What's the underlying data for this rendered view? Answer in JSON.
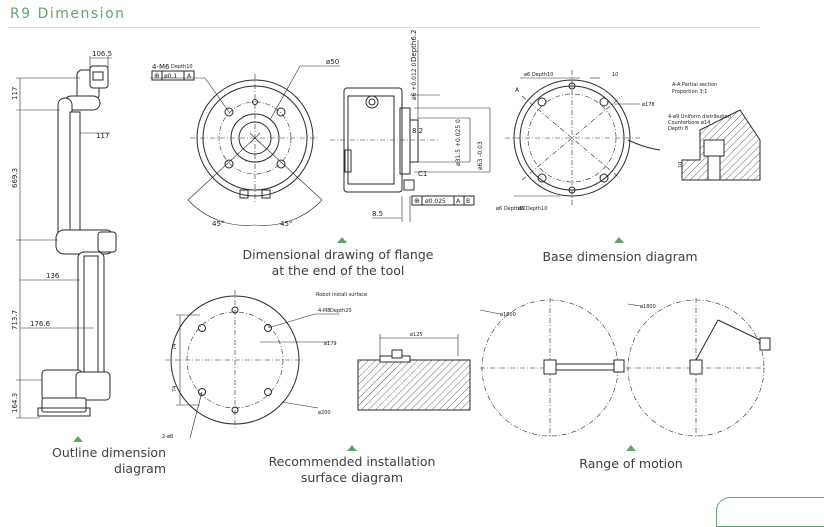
{
  "page": {
    "section_title": "R9 Dimension",
    "accent_color": "#5aa86a",
    "line_color": "#2a2a2a"
  },
  "captions": {
    "outline": "Outline dimension diagram",
    "flange_line1": "Dimensional drawing of flange",
    "flange_line2": "at the end of the tool",
    "base": "Base dimension diagram",
    "install_line1": "Recommended installation",
    "install_line2": "surface diagram",
    "motion": "Range of motion"
  },
  "outline_dims": {
    "top_width": "106.5",
    "offset_117a": "117",
    "offset_117b": "117",
    "upper_arm": "669.3",
    "offset_136": "136",
    "offset_176": "176.6",
    "lower_arm": "713.7",
    "base_height": "164.3"
  },
  "flange_dims": {
    "holes": "4-M6",
    "holes_depth": "Depth10",
    "tol_sym": "⊕",
    "tol_val": "ø0.1",
    "tol_ref": "A",
    "outer_dia": "ø50",
    "angle1": "45°",
    "angle2": "45°",
    "depth_6_2": "Depth6.2",
    "dia_6": "ø6 +0.012 0",
    "dim_8_2": "8.2",
    "dia_31_5": "ø31.5 +0.025 0",
    "dia_63": "ø63 -0.03",
    "c1": "C1",
    "dim_8_5": "8.5",
    "tol2_val": "ø0.025",
    "tol2_ref1": "A",
    "tol2_ref2": "B",
    "pin_note": "ø6 Depth10"
  },
  "base_dims": {
    "top_note": "ø6 Depth10",
    "dia_178": "ø178",
    "bottom_note": "ø6 Depth10",
    "dim_10": "10",
    "section_title": "A-A Partial section",
    "section_scale": "Proportion 3:1",
    "uniform_note": "4-ø9 Uniform distribution",
    "counterbore": "Counterbore ø14",
    "counterbore_depth": "Depth 8",
    "label_a": "A",
    "dim_10b": "10"
  },
  "install_dims": {
    "top_note": "4-M8",
    "top_depth": "Depth20",
    "dia_179": "ø179",
    "dia_200": "ø200",
    "dim_74a": "74",
    "dim_74b": "74",
    "bottom_note": "2-ø8",
    "dia_125": "ø125",
    "small_note": "Robot install surface"
  },
  "motion_dims": {
    "reach_1": "ø1800",
    "reach_2": "ø1800"
  }
}
